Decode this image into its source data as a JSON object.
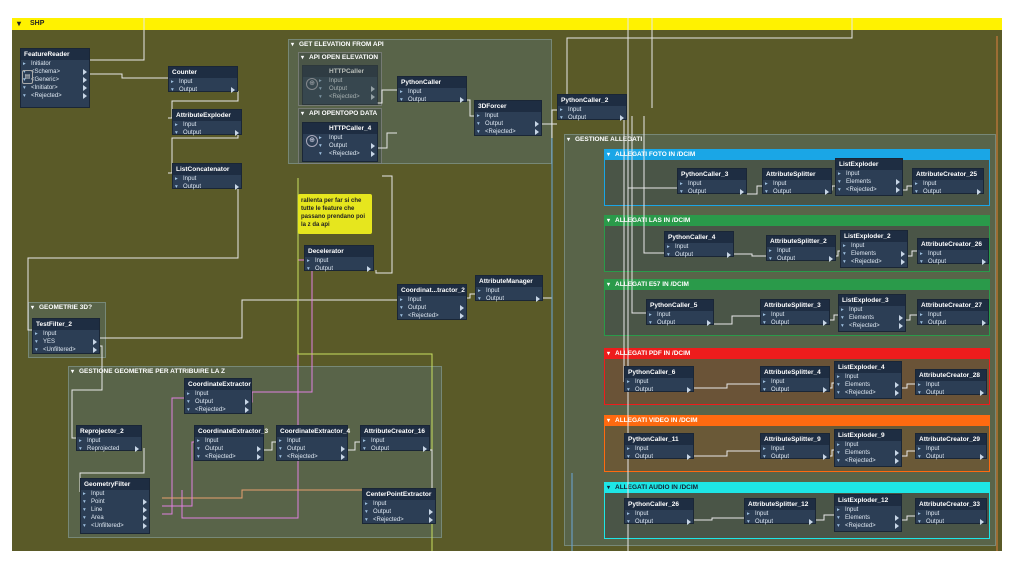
{
  "workspace": {
    "main_bookmark": "SHP"
  },
  "bookmarks": {
    "elevation": "GET ELEVATION FROM API",
    "api_open": "API OPEN ELEVATION",
    "api_opentopo": "API OPENTOPO DATA",
    "geometrie_3d": "GEOMETRIE 3D?",
    "gestione_geom": "GESTIONE GEOMETRIE PER ATTRIBUIRE LA Z",
    "gestione_allegati": "GESTIONE ALLEGATI",
    "foto": "ALLEGATI FOTO IN /DCIM",
    "las": "ALLEGATI LAS IN /DCIM",
    "e57": "ALLEGATI E57 IN /DCIM",
    "pdf": "ALLEGATI PDF IN /DCIM",
    "video": "ALLEGATI VIDEO IN /DCIM",
    "audio": "ALLEGATI AUDIO IN /DCIM"
  },
  "bookmark_colors": {
    "main": "#fff200",
    "foto": "#1aa6e6",
    "las": "#2a9a4a",
    "e57": "#2a9a4a",
    "pdf": "#ee1c1c",
    "video": "#ff6a10",
    "audio": "#1ee6e6"
  },
  "note": {
    "text": "rallenta per far si che tutte le feature che passano prendano poi la z da api"
  },
  "ports": {
    "initiator": "Initiator",
    "schema": "<Schema>",
    "generic": "<Generic>",
    "initiator_out": "<Initiator>",
    "rejected": "<Rejected>",
    "input": "Input",
    "output": "Output",
    "yes": "YES",
    "unfiltered": "<Unfiltered>",
    "reprojected": "Reprojected",
    "point": "Point",
    "line": "Line",
    "area": "Area",
    "elements": "Elements"
  },
  "nodes": {
    "featurereader": "FeatureReader",
    "counter": "Counter",
    "attributeexploder": "AttributeExploder",
    "listconcatenator": "ListConcatenator",
    "httpcaller": "HTTPCaller",
    "httpcaller_4": "HTTPCaller_4",
    "pythoncaller": "PythonCaller",
    "forcer3d": "3DForcer",
    "pythoncaller_2": "PythonCaller_2",
    "decelerator": "Decelerator",
    "coordextractor_2": "Coordinat...tractor_2",
    "attributemanager": "AttributeManager",
    "testfilter_2": "TestFilter_2",
    "reprojector_2": "Reprojector_2",
    "coordinateextractor": "CoordinateExtractor",
    "coordinateextractor_3": "CoordinateExtractor_3",
    "coordinateextractor_4": "CoordinateExtractor_4",
    "attributecreator_16": "AttributeCreator_16",
    "geometryfilter": "GeometryFilter",
    "centerpointextractor": "CenterPointExtractor",
    "pythoncaller_3": "PythonCaller_3",
    "attributesplitter": "AttributeSplitter",
    "listexploder": "ListExploder",
    "attributecreator_25": "AttributeCreator_25",
    "pythoncaller_4": "PythonCaller_4",
    "attributesplitter_2": "AttributeSplitter_2",
    "listexploder_2": "ListExploder_2",
    "attributecreator_26": "AttributeCreator_26",
    "pythoncaller_5": "PythonCaller_5",
    "attributesplitter_3": "AttributeSplitter_3",
    "listexploder_3": "ListExploder_3",
    "attributecreator_27": "AttributeCreator_27",
    "pythoncaller_6": "PythonCaller_6",
    "attributesplitter_4": "AttributeSplitter_4",
    "listexploder_4": "ListExploder_4",
    "attributecreator_28": "AttributeCreator_28",
    "pythoncaller_11": "PythonCaller_11",
    "attributesplitter_9": "AttributeSplitter_9",
    "listexploder_9": "ListExploder_9",
    "attributecreator_29": "AttributeCreator_29",
    "pythoncaller_26": "PythonCaller_26",
    "attributesplitter_12": "AttributeSplitter_12",
    "listexploder_12": "ListExploder_12",
    "attributecreator_33": "AttributeCreator_33"
  },
  "icons": {
    "collapse": "chevron-down-icon",
    "port": "port-icon",
    "globe": "globe-icon",
    "database": "database-icon"
  }
}
